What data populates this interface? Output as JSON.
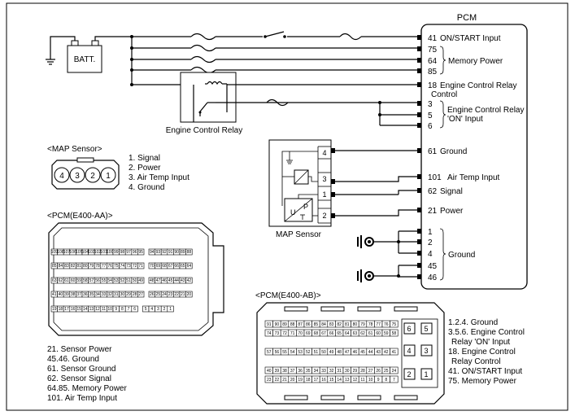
{
  "pcm": {
    "title": "PCM",
    "pins": [
      {
        "num": "41",
        "label": "ON/START Input"
      },
      {
        "num": "75",
        "label": ""
      },
      {
        "num": "64",
        "label": "Memory Power"
      },
      {
        "num": "85",
        "label": ""
      },
      {
        "num": "18",
        "label": "Engine Control Relay"
      },
      {
        "num": "",
        "label": "Control"
      },
      {
        "num": "3",
        "label": "Engine Control Relay"
      },
      {
        "num": "5",
        "label": "'ON' Input"
      },
      {
        "num": "6",
        "label": ""
      },
      {
        "num": "61",
        "label": "Ground"
      },
      {
        "num": "101",
        "label": "Air Temp Input"
      },
      {
        "num": "62",
        "label": "Signal"
      },
      {
        "num": "21",
        "label": "Power"
      },
      {
        "num": "1",
        "label": ""
      },
      {
        "num": "2",
        "label": ""
      },
      {
        "num": "4",
        "label": "Ground"
      },
      {
        "num": "45",
        "label": ""
      },
      {
        "num": "46",
        "label": ""
      }
    ]
  },
  "battery": {
    "label": "BATT."
  },
  "relay": {
    "label": "Engine Control Relay"
  },
  "map_sensor": {
    "label": "MAP Sensor",
    "pins": [
      "4",
      "3",
      "1",
      "2"
    ],
    "connector_title": "<MAP Sensor>",
    "connector_pins": [
      "4",
      "3",
      "2",
      "1"
    ],
    "legend": [
      "1. Signal",
      "2. Power",
      "3. Air Temp Input",
      "4. Ground"
    ]
  },
  "connector_aa": {
    "title": "<PCM(E400-AA)>",
    "row1": [
      "109",
      "108",
      "107",
      "106",
      "105",
      "104",
      "103",
      "102",
      "101",
      "100",
      "99",
      "98",
      "97",
      "96",
      "95",
      "94",
      "93",
      "92",
      "91",
      "90",
      "89",
      "88"
    ],
    "row2": [
      "85",
      "84",
      "83",
      "82",
      "81",
      "80",
      "79",
      "78",
      "77",
      "76",
      "75",
      "74",
      "73",
      "72",
      "71",
      "70",
      "69",
      "68",
      "67",
      "66",
      "65",
      "64"
    ],
    "row3": [
      "63",
      "62",
      "61",
      "60",
      "59",
      "58",
      "57",
      "56",
      "55",
      "54",
      "53",
      "52",
      "51",
      "50",
      "49",
      "48",
      "47",
      "46",
      "45",
      "44",
      "43",
      "42"
    ],
    "row4": [
      "41",
      "40",
      "39",
      "38",
      "37",
      "36",
      "35",
      "34",
      "33",
      "32",
      "31",
      "30",
      "29",
      "28",
      "27",
      "26",
      "25",
      "24",
      "23",
      "22",
      "21",
      "20"
    ],
    "row5": [
      "19",
      "18",
      "17",
      "16",
      "15",
      "14",
      "13",
      "12",
      "11",
      "10",
      "9",
      "8",
      "7",
      "6",
      "5",
      "4",
      "3",
      "2",
      "1"
    ],
    "legend": [
      "21. Sensor Power",
      "45.46. Ground",
      "61. Sensor Ground",
      "62. Sensor Signal",
      "64.85. Memory Power",
      "101. Air Temp Input"
    ]
  },
  "connector_ab": {
    "title": "<PCM(E400-AB)>",
    "row1": [
      "91",
      "90",
      "89",
      "88",
      "87",
      "86",
      "85",
      "84",
      "83",
      "82",
      "81",
      "80",
      "79",
      "78",
      "77",
      "76",
      "75"
    ],
    "row2": [
      "74",
      "73",
      "72",
      "71",
      "70",
      "69",
      "68",
      "67",
      "66",
      "65",
      "64",
      "63",
      "62",
      "61",
      "60",
      "59",
      "58"
    ],
    "row3": [
      "57",
      "56",
      "55",
      "54",
      "53",
      "52",
      "51",
      "50",
      "49",
      "48",
      "47",
      "46",
      "45",
      "44",
      "43",
      "42",
      "41"
    ],
    "row4": [
      "40",
      "39",
      "38",
      "37",
      "36",
      "35",
      "34",
      "33",
      "32",
      "31",
      "30",
      "29",
      "28",
      "27",
      "26",
      "25",
      "24"
    ],
    "row5": [
      "23",
      "22",
      "21",
      "20",
      "19",
      "18",
      "17",
      "16",
      "15",
      "14",
      "13",
      "12",
      "11",
      "10",
      "9",
      "8",
      "7"
    ],
    "big_pins": [
      "6",
      "5",
      "4",
      "3",
      "2",
      "1"
    ],
    "legend": [
      "1.2.4. Ground",
      "3.5.6. Engine Control",
      "Relay 'ON' Input",
      "18. Engine Control",
      "Relay Control",
      "41. ON/START Input",
      "75. Memory Power"
    ]
  },
  "icons": [
    "battery-icon",
    "fuse-icon",
    "switch-icon",
    "relay-coil-icon",
    "ground-icon",
    "thermistor-icon",
    "pressure-sensor-icon"
  ]
}
